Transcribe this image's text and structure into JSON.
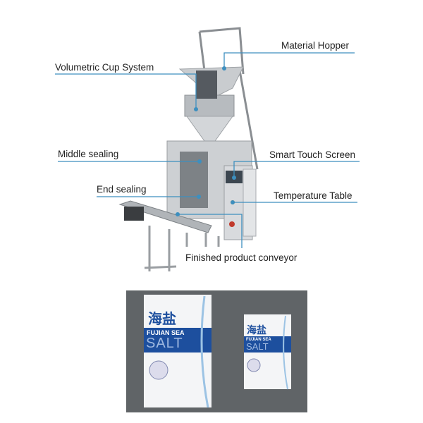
{
  "colors": {
    "leader_line": "#3d8fbf",
    "panel_bg": "#606467",
    "bag_band": "#1d4f9e"
  },
  "labels": {
    "material_hopper": "Material Hopper",
    "volumetric_cup_system": "Volumetric Cup System",
    "middle_sealing": "Middle sealing",
    "smart_touch_screen": "Smart Touch Screen",
    "end_sealing": "End sealing",
    "temperature_table": "Temperature Table",
    "finished_product_conveyor": "Finished product conveyor"
  },
  "bags": {
    "brand_cn": "海盐",
    "line1": "FUJIAN SEA",
    "line2": "SALT"
  }
}
